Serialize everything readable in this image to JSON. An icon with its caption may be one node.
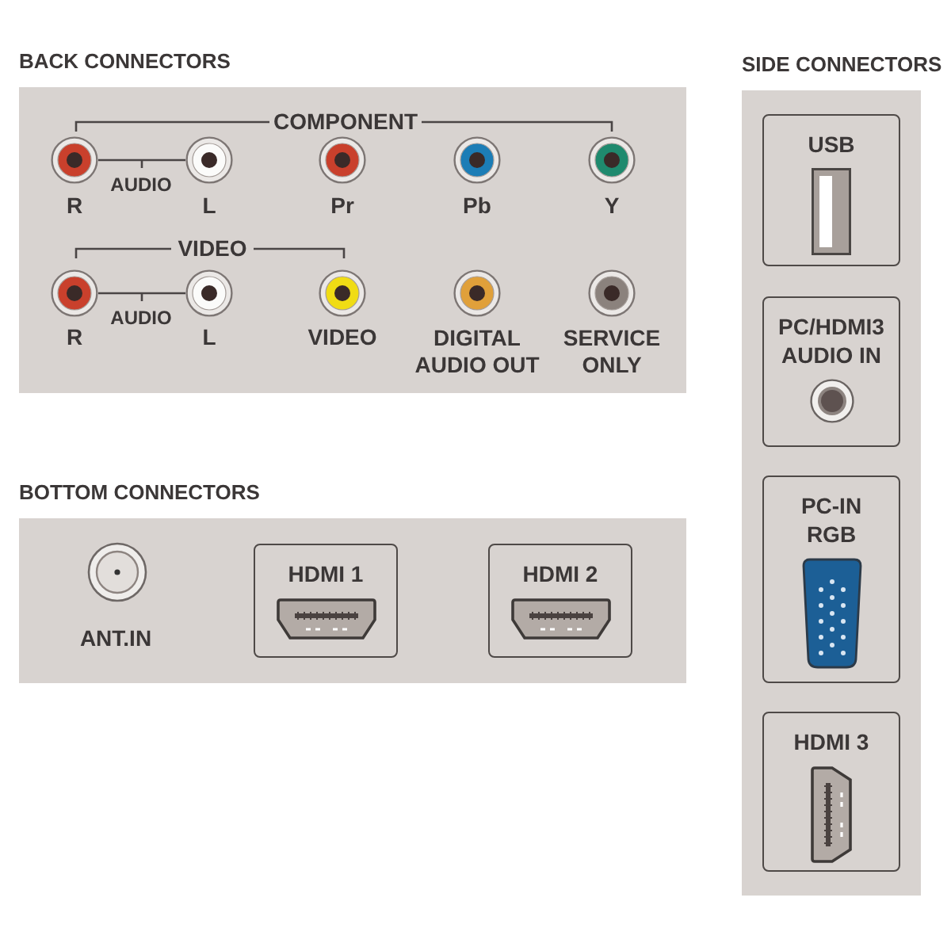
{
  "diagram": {
    "nodes": [
      {
        "text": [
          "BACK CONNECTORS"
        ]
      },
      {
        "text": [
          "BOTTOM CONNECTORS"
        ]
      },
      {
        "text": [
          "HDMI 1"
        ],
        "in": 1
      },
      {
        "text": [
          "HDMI 2"
        ],
        "in": 1
      },
      {
        "text": [
          "SIDE CONNECTORS"
        ]
      },
      {
        "text": [
          "USB"
        ],
        "in": 4
      },
      {
        "text": [
          "PC/HDMI3 AUDIO IN"
        ],
        "in": 4
      },
      {
        "text": [
          "PC-IN RGB"
        ],
        "in": 4
      },
      {
        "text": [
          "HDMI 3"
        ],
        "in": 4
      }
    ],
    "labels": [
      "COMPONENT",
      "R",
      "AUDIO",
      "L",
      "Pr",
      "Pb",
      "Y",
      "VIDEO",
      "R",
      "AUDIO",
      "L",
      "VIDEO",
      "DIGITAL AUDIO OUT",
      "SERVICE ONLY",
      "ANT.IN"
    ]
  }
}
